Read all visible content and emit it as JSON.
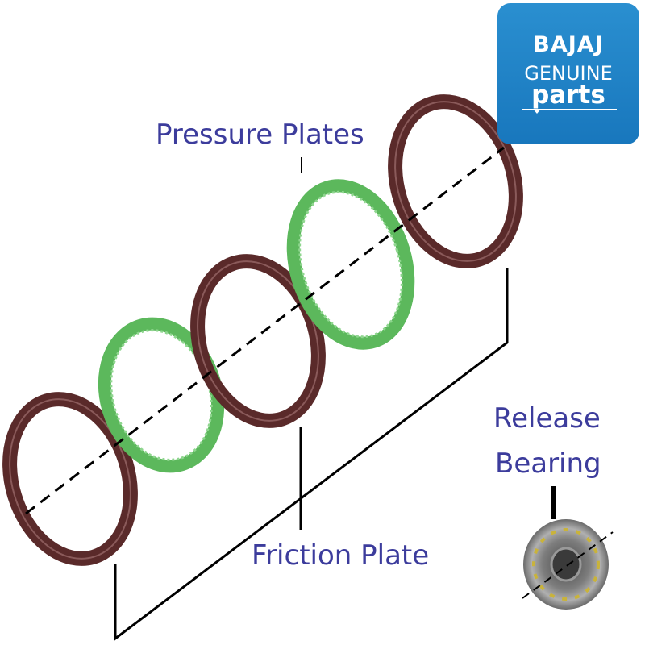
{
  "labels": {
    "pressure_plates": "Pressure Plates",
    "friction_plate": "Friction Plate",
    "release": "Release",
    "bearing": "Bearing"
  },
  "badge": {
    "brand": "BAJAJ",
    "line2": "GENUINE",
    "line3": "parts"
  },
  "colors": {
    "friction_plate": "#5a2a2a",
    "pressure_plate": "#5cb85c",
    "label_text": "#3c3c9c",
    "badge_bg": "#1f7fc4"
  },
  "icons": [
    "brand-badge-icon",
    "release-bearing-icon"
  ]
}
